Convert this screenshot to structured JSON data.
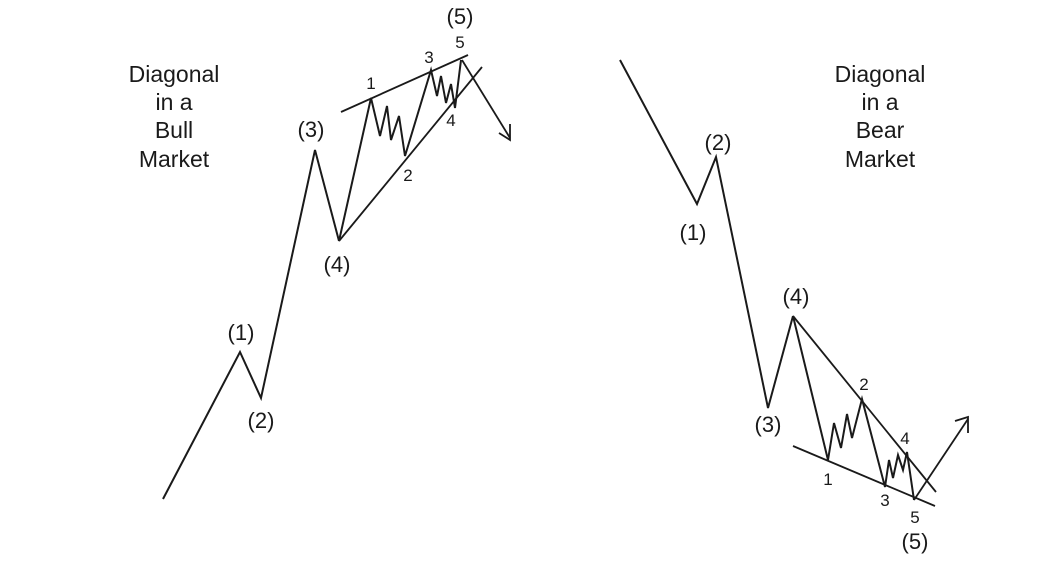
{
  "bull": {
    "title_lines": [
      "Diagonal",
      "in a",
      "Bull",
      "Market"
    ],
    "major_labels": [
      "(1)",
      "(2)",
      "(3)",
      "(4)",
      "(5)"
    ],
    "minor_labels": [
      "1",
      "2",
      "3",
      "4",
      "5"
    ]
  },
  "bear": {
    "title_lines": [
      "Diagonal",
      "in a",
      "Bear",
      "Market"
    ],
    "major_labels": [
      "(1)",
      "(2)",
      "(3)",
      "(4)",
      "(5)"
    ],
    "minor_labels": [
      "1",
      "2",
      "3",
      "4",
      "5"
    ]
  },
  "colors": {
    "ink": "#1a1a1a",
    "background": "#ffffff"
  }
}
